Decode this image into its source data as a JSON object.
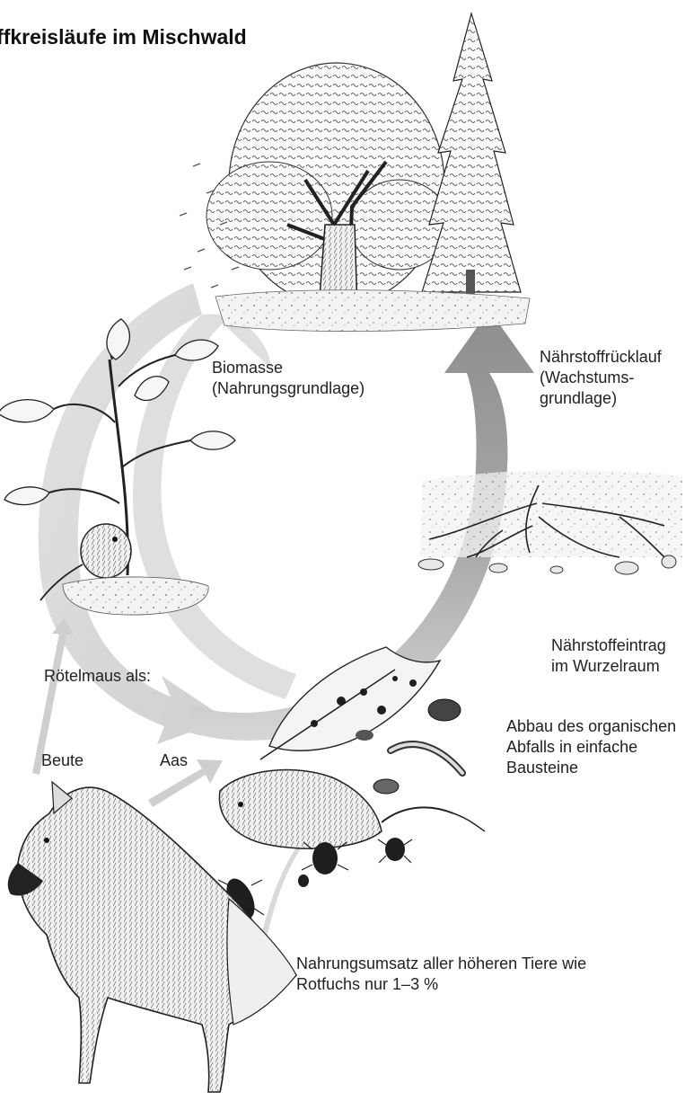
{
  "title": "offkreisläufe im Mischwald",
  "labels": {
    "biomass": "Biomasse\n(Nahrungsgrundlage)",
    "return": "Nährstoffrücklauf\n(Wachstums-\ngrundlage)",
    "input": "Nährstoffeintrag\nim Wurzelraum",
    "vole": "Rötelmaus als:",
    "prey": "Beute",
    "carrion": "Aas",
    "decomposition": "Abbau des organischen\nAbfalls in einfache\nBausteine",
    "turnover": "Nahrungsumsatz aller höheren Tiere wie\nRotfuchs nur 1–3 %"
  },
  "colors": {
    "arrow_light": "#d4d4d4",
    "arrow_dark": "#8a8a8a",
    "ink": "#1e1e1e"
  }
}
